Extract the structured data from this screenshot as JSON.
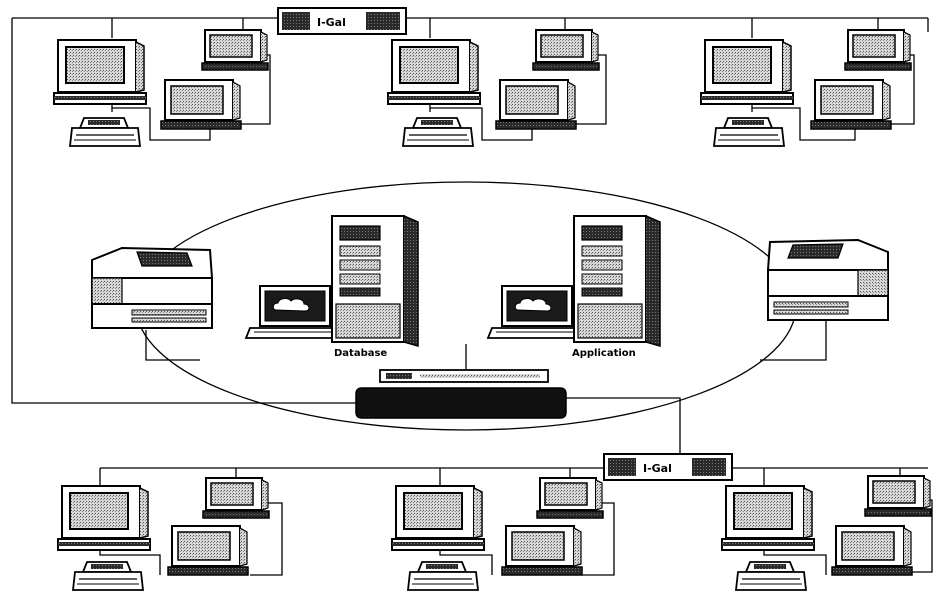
{
  "diagram": {
    "switch_top_label": "I-Gal",
    "switch_bottom_label": "I-Gal",
    "server_database_label": "Database",
    "server_application_label": "Application"
  },
  "icons": {
    "desktop": "desktop-computer-icon",
    "printer": "dot-matrix-printer-icon",
    "laser_printer": "laser-printer-icon",
    "server": "tower-server-icon",
    "laptop": "laptop-icon",
    "switch": "network-switch-icon",
    "hub": "network-hub-icon"
  },
  "colors": {
    "ink": "#000000",
    "paper": "#ffffff",
    "screen": "#bdbdbd",
    "shade": "#7a7a7a"
  }
}
